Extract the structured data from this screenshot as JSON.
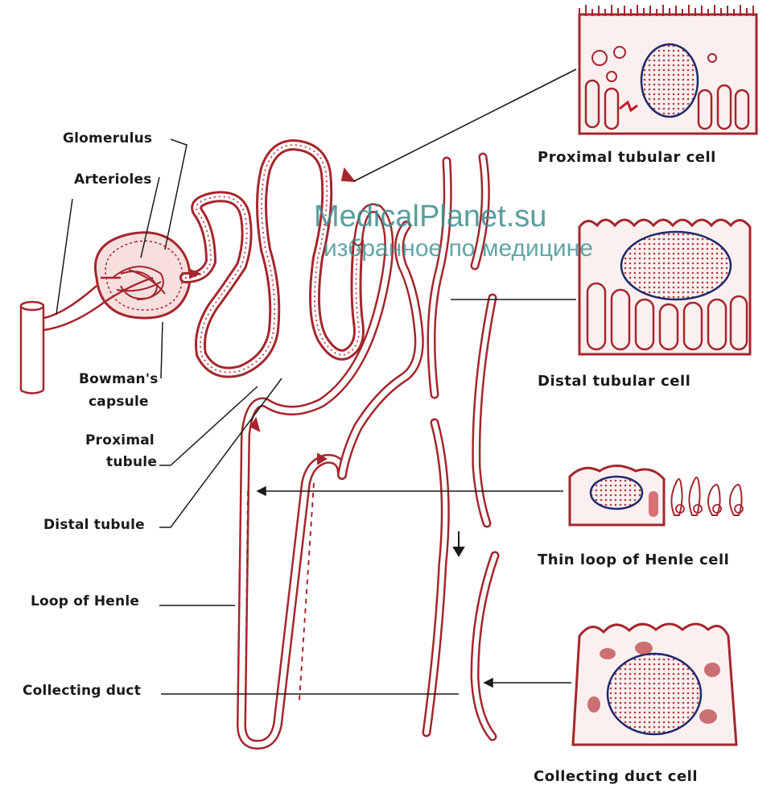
{
  "labels": {
    "glomerulus": "Glomerulus",
    "arterioles": "Arterioles",
    "bowmans_line1": "Bowman's",
    "bowmans_line2": "capsule",
    "proximal_line1": "Proximal",
    "proximal_line2": "tubule",
    "distal": "Distal tubule",
    "loop": "Loop of Henle",
    "collecting": "Collecting duct"
  },
  "cell_captions": {
    "proximal": "Proximal tubular cell",
    "distal": "Distal tubular cell",
    "thin_loop": "Thin loop of Henle cell",
    "collecting": "Collecting duct cell"
  },
  "watermark": {
    "line1": "MedicalPlanet.su",
    "line2": "избранное по медицине"
  },
  "colors": {
    "tubule": "#a4262c",
    "tubule_fill": "#f6dfdd",
    "cell_red": "#b02a30",
    "nucleus_outline": "#1d2a6b",
    "leader": "#1a1a1a",
    "watermark": "#3d8f8f"
  }
}
